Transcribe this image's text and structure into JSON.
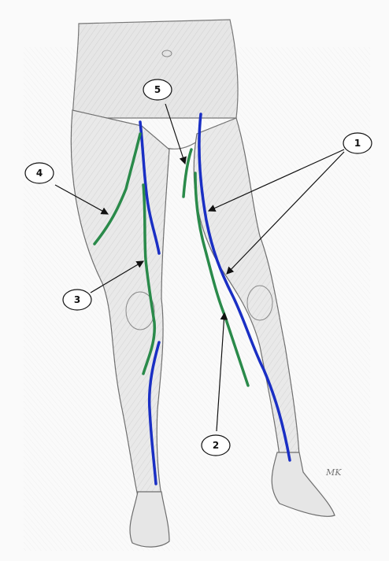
{
  "labels": [
    {
      "id": "1",
      "text": "1"
    },
    {
      "id": "2",
      "text": "2"
    },
    {
      "id": "3",
      "text": "3"
    },
    {
      "id": "4",
      "text": "4"
    },
    {
      "id": "5",
      "text": "5"
    }
  ],
  "signature": "MK",
  "colors": {
    "vein_blue": "#1a2fc4",
    "vein_green": "#2a8a4a",
    "pencil": "#6e6e6e",
    "paper": "#f4f4f4"
  }
}
